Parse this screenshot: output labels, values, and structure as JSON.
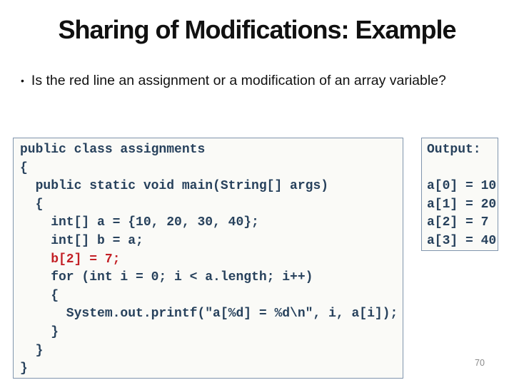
{
  "slide": {
    "title": "Sharing of Modifications: Example",
    "bullet": "Is the red line an assignment or a modification of an array variable?",
    "page_number": "70"
  },
  "code_panel": {
    "lines": [
      {
        "text": "public class assignments",
        "red": false
      },
      {
        "text": "{",
        "red": false
      },
      {
        "text": "  public static void main(String[] args)",
        "red": false
      },
      {
        "text": "  {",
        "red": false
      },
      {
        "text": "    int[] a = {10, 20, 30, 40};",
        "red": false
      },
      {
        "text": "    int[] b = a;",
        "red": false
      },
      {
        "text": "    b[2] = 7;",
        "red": true
      },
      {
        "text": "    for (int i = 0; i < a.length; i++)",
        "red": false
      },
      {
        "text": "    {",
        "red": false
      },
      {
        "text": "      System.out.printf(\"a[%d] = %d\\n\", i, a[i]);",
        "red": false
      },
      {
        "text": "    }",
        "red": false
      },
      {
        "text": "  }",
        "red": false
      },
      {
        "text": "}",
        "red": false
      }
    ]
  },
  "output_panel": {
    "title": "Output:",
    "lines": [
      "a[0] = 10",
      "a[1] = 20",
      "a[2] = 7",
      "a[3] = 40"
    ]
  },
  "colors": {
    "code_text": "#27415c",
    "highlight_red": "#c32026",
    "panel_border": "#8095ad",
    "panel_background": "#fafaf7",
    "title_text": "#111111",
    "page_number_gray": "#8a8a8a"
  }
}
